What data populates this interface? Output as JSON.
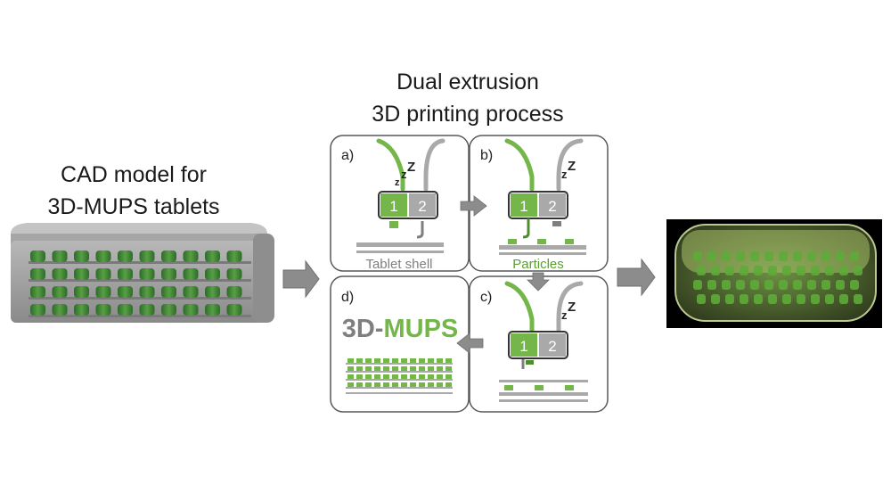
{
  "cad": {
    "title_line1": "CAD model for",
    "title_line2": "3D-MUPS tablets"
  },
  "process": {
    "title_line1": "Dual extrusion",
    "title_line2": "3D printing process"
  },
  "panels": {
    "a": {
      "label": "a)",
      "nozzle1": "1",
      "nozzle2": "2",
      "sleep": "z z Z",
      "caption": "Tablet shell"
    },
    "b": {
      "label": "b)",
      "nozzle1": "1",
      "nozzle2": "2",
      "sleep": "z Z",
      "caption": "Particles"
    },
    "c": {
      "label": "c)",
      "nozzle1": "1",
      "nozzle2": "2",
      "sleep": "z Z"
    },
    "d": {
      "label": "d)",
      "logo_prefix": "3D-",
      "logo_suffix": "MUPS"
    }
  },
  "colors": {
    "green": "#74b64a",
    "dark_green": "#4f8e2e",
    "gray": "#a9a9a9",
    "dark_gray": "#7f7f7f",
    "arrow": "#8c8c8c",
    "panel_border": "#595959"
  }
}
